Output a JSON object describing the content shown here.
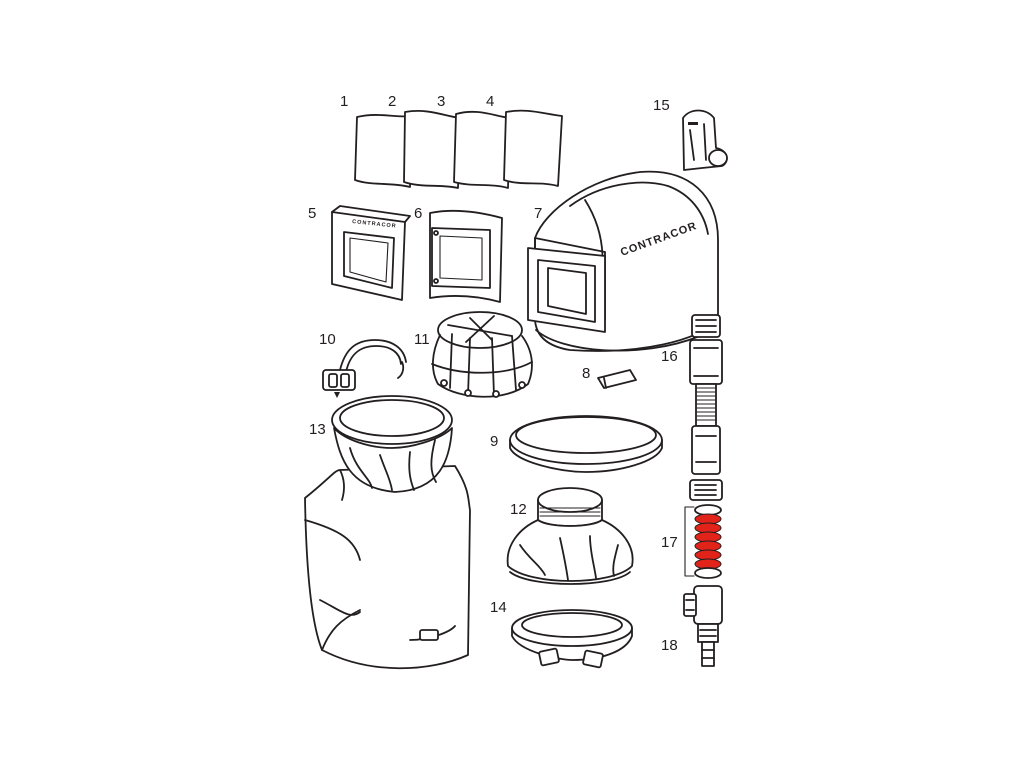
{
  "callouts": {
    "n1": "1",
    "n2": "2",
    "n3": "3",
    "n4": "4",
    "n5": "5",
    "n6": "6",
    "n7": "7",
    "n8": "8",
    "n9": "9",
    "n10": "10",
    "n11": "11",
    "n12": "12",
    "n13": "13",
    "n14": "14",
    "n15": "15",
    "n16": "16",
    "n17": "17",
    "n18": "18"
  },
  "brand": {
    "helmet_logo": "CONTRACOR",
    "window_frame_logo": "CONTRACOR"
  },
  "colors": {
    "line": "#231f20",
    "highlight": "#e2231a",
    "background": "#ffffff"
  }
}
